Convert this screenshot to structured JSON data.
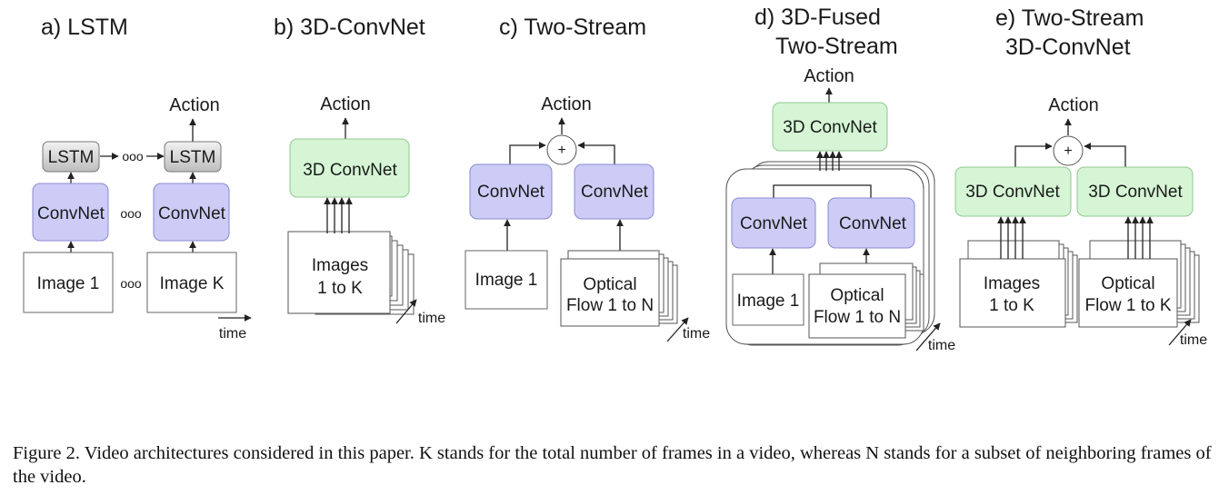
{
  "panels": {
    "a": {
      "title": "a) LSTM",
      "action": "Action",
      "lstm": "LSTM",
      "convnet": "ConvNet",
      "image_first": "Image 1",
      "image_last": "Image K",
      "ooo": "ooo",
      "time": "time"
    },
    "b": {
      "title": "b) 3D-ConvNet",
      "action": "Action",
      "net": "3D ConvNet",
      "images_line1": "Images",
      "images_line2": "1 to K",
      "time": "time"
    },
    "c": {
      "title": "c) Two-Stream",
      "action": "Action",
      "fuse": "+",
      "convnet": "ConvNet",
      "image": "Image 1",
      "flow_line1": "Optical",
      "flow_line2": "Flow 1 to N",
      "time": "time"
    },
    "d": {
      "title_line1": "d) 3D-Fused",
      "title_line2": "Two-Stream",
      "action": "Action",
      "net3d": "3D ConvNet",
      "convnet": "ConvNet",
      "image": "Image 1",
      "flow_line1": "Optical",
      "flow_line2": "Flow 1 to N",
      "time": "time"
    },
    "e": {
      "title_line1": "e) Two-Stream",
      "title_line2": "3D-ConvNet",
      "action": "Action",
      "fuse": "+",
      "net3d": "3D ConvNet",
      "images_line1": "Images",
      "images_line2": "1 to K",
      "flow_line1": "Optical",
      "flow_line2": "Flow 1 to K",
      "time": "time"
    }
  },
  "caption": "Figure 2. Video architectures considered in this paper. K stands for the total number of frames in a video, whereas N stands for a subset of neighboring frames of the video.",
  "colors": {
    "convnet": "#ccccf7",
    "net3d": "#d5f5d5",
    "lstm": "#d6d6d6",
    "line": "#222222"
  }
}
